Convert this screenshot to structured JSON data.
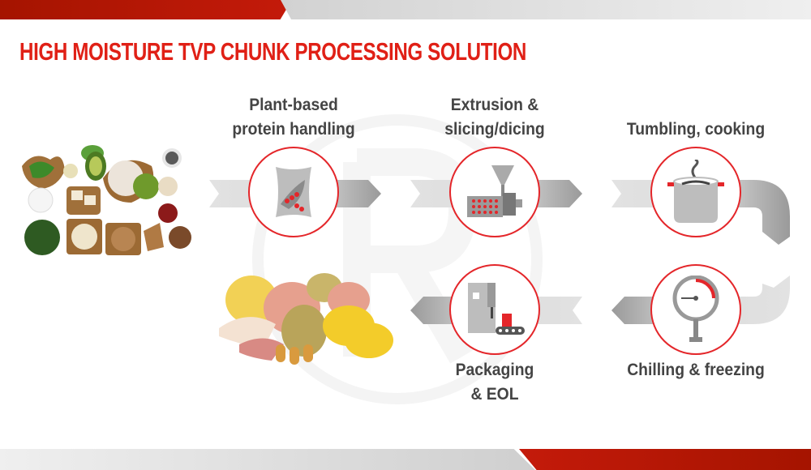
{
  "title": "HIGH MOISTURE TVP CHUNK PROCESSING SOLUTION",
  "steps": [
    {
      "label_line1": "Plant-based",
      "label_line2": "protein handling",
      "icon": "sack-icon"
    },
    {
      "label_line1": "Extrusion &",
      "label_line2": "slicing/dicing",
      "icon": "extruder-icon"
    },
    {
      "label_line1": "Tumbling, cooking",
      "label_line2": "",
      "icon": "cooking-pot-icon"
    },
    {
      "label_line1": "Chilling & freezing",
      "label_line2": "",
      "icon": "gauge-icon"
    },
    {
      "label_line1": "Packaging",
      "label_line2": "& EOL",
      "icon": "packaging-machine-icon"
    }
  ],
  "colors": {
    "accent": "#e02016",
    "grey": "#c8c8c8",
    "text": "#444444"
  }
}
